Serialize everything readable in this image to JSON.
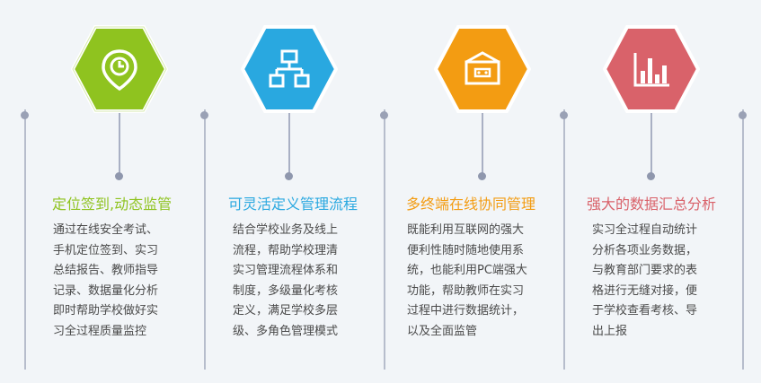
{
  "columns": [
    {
      "title": "定位签到,动态监管",
      "color": "#8fc31f",
      "icon": "clock-location-pin-icon",
      "lines": [
        "通过在线安全考试、",
        "手机定位签到、实习",
        "总结报告、教师指导",
        "记录、数据量化分析",
        "即时帮助学校做好实",
        "习全过程质量监控"
      ]
    },
    {
      "title": "可灵活定义管理流程",
      "color": "#29a8e0",
      "icon": "flowchart-icon",
      "lines": [
        "结合学校业务及线上",
        "流程，帮助学校理清",
        "实习管理流程体系和",
        "制度，多级量化考核",
        "定义，满足学校多层",
        "级、多角色管理模式"
      ]
    },
    {
      "title": "多终端在线协同管理",
      "color": "#f39c12",
      "icon": "collaboration-box-icon",
      "lines": [
        "既能利用互联网的强大",
        "便利性随时随地使用系",
        "统，也能利用PC端强大",
        "功能，帮助教师在实习",
        "过程中进行数据统计，",
        "以及全面监管"
      ]
    },
    {
      "title": "强大的数据汇总分析",
      "color": "#d9626a",
      "icon": "bar-chart-icon",
      "lines": [
        "实习全过程自动统计",
        "分析各项业务数据，",
        "与教育部门要求的表",
        "格进行无缝对接，便",
        "于学校查看考核、导",
        "出上报"
      ]
    }
  ]
}
